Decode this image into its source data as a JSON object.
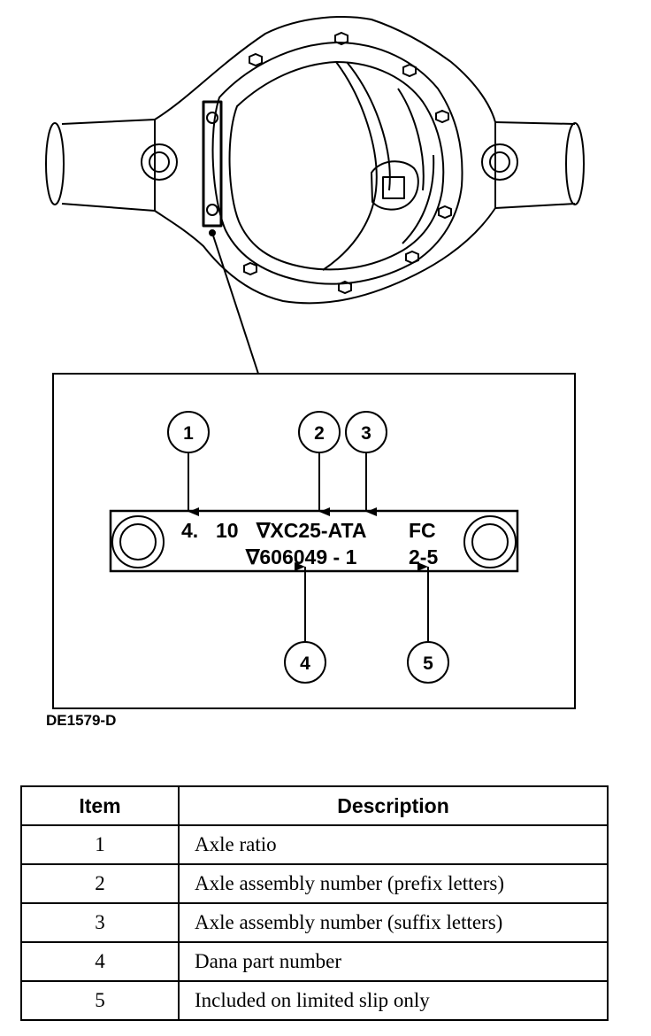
{
  "figure_id": "DE1579-D",
  "tag": {
    "line1": [
      "4.",
      "10",
      "∇XC25-ATA",
      "FC"
    ],
    "line2": [
      "∇606049 - 1",
      "2-5"
    ]
  },
  "callouts": [
    "1",
    "2",
    "3",
    "4",
    "5"
  ],
  "table": {
    "headers": [
      "Item",
      "Description"
    ],
    "rows": [
      {
        "item": "1",
        "description": "Axle ratio"
      },
      {
        "item": "2",
        "description": "Axle assembly number (prefix letters)"
      },
      {
        "item": "3",
        "description": "Axle assembly number (suffix letters)"
      },
      {
        "item": "4",
        "description": "Dana part number"
      },
      {
        "item": "5",
        "description": "Included on limited slip only"
      }
    ]
  }
}
